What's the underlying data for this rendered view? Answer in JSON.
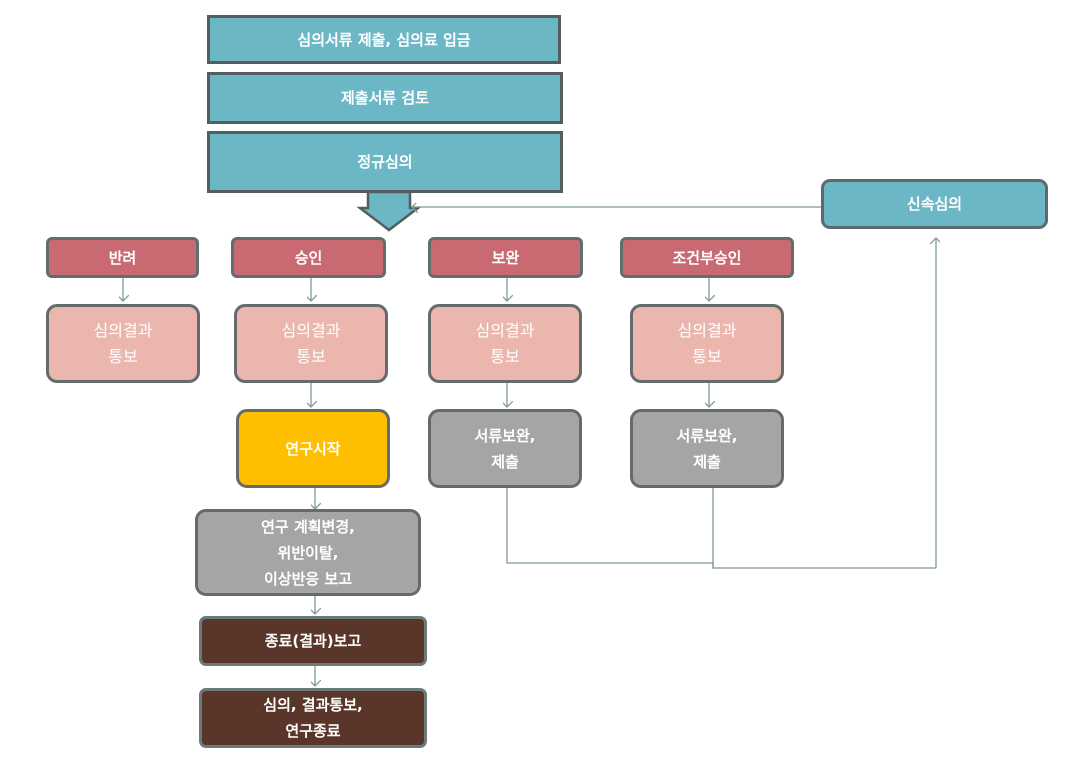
{
  "flow": {
    "submit": "심의서류 제출, 심의료 입금",
    "review_docs": "제출서류 검토",
    "regular_review": "정규심의",
    "expedited_review": "신속심의"
  },
  "outcomes": {
    "reject": "반려",
    "approve": "승인",
    "supplement": "보완",
    "conditional": "조건부승인"
  },
  "notices": {
    "result_notice": "심의결과\n통보"
  },
  "actions": {
    "resubmit": "서류보완,\n제출",
    "study_start": "연구시작",
    "changes": "연구 계획변경,\n위반이탈,\n이상반응 보고",
    "final_report": "종료(결과)보고",
    "final_notice": "심의, 결과통보,\n연구종료"
  },
  "colors": {
    "teal": "#6bb7c5",
    "rose": "#c96a72",
    "pink": "#ebb6ae",
    "yellow": "#fdbf00",
    "gray": "#a5a5a5",
    "brown": "#5a3529",
    "connector": "#7f9a95"
  }
}
